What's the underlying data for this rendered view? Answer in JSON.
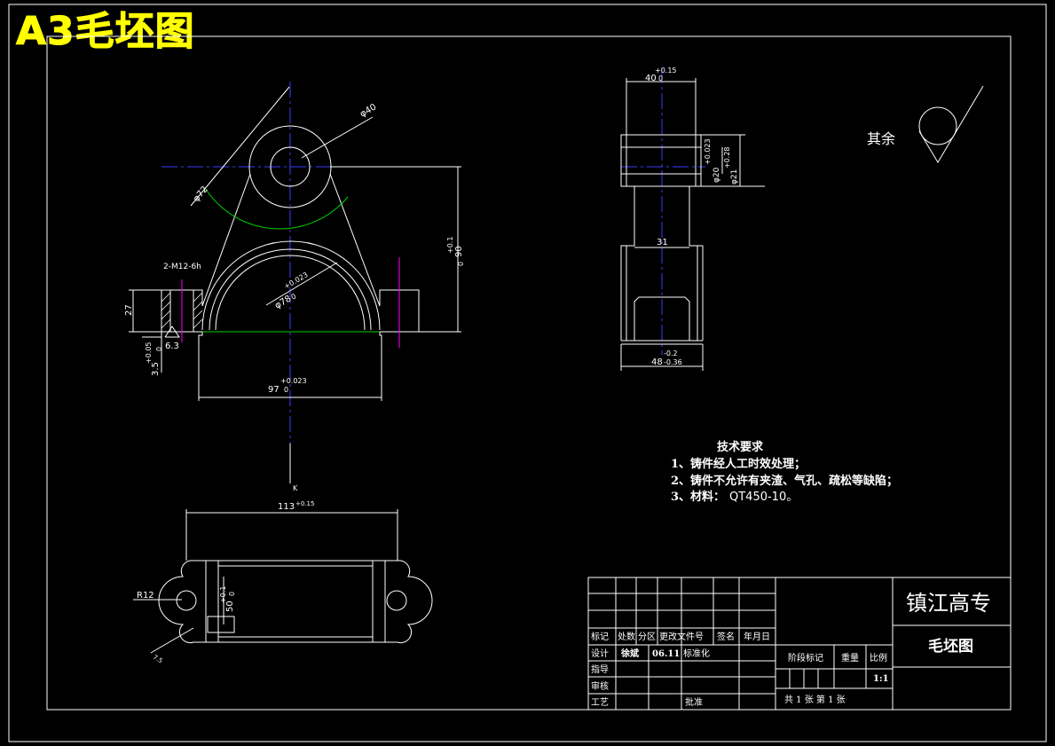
{
  "banner": "A3毛坯图",
  "roughness": {
    "label": "其余"
  },
  "tech": {
    "title": "技术要求",
    "line1": "1、铸件经人工时效处理；",
    "line2": "2、铸件不允许有夹渣、气孔、疏松等缺陷；",
    "line3_prefix": "3、材料：",
    "line3_value": "QT450-10。"
  },
  "front": {
    "d40": "φ40",
    "d72": "φ72",
    "d78": "φ78",
    "d78_tol_up": "+0.023",
    "d78_tol_lo": "0",
    "dim90": "90",
    "dim90_up": "+0.1",
    "dim90_lo": "0",
    "dim97": "97",
    "dim97_up": "+0.023",
    "dim97_lo": "0",
    "dim27": "27",
    "dim35": "3.5",
    "dim35_up": "+0.05",
    "dim35_lo": "0",
    "hole": "2-M12-6h",
    "rough": "6.3",
    "k": "K"
  },
  "side": {
    "dim40": "40",
    "dim40_up": "+0.15",
    "dim40_lo": "0",
    "dia_a": "φ20",
    "dia_a_tol": "+0.023",
    "dia_b": "φ21",
    "dia_b_tol": "+0.28",
    "dim31": "31",
    "dim48": "48",
    "dim48_up": "-0.2",
    "dim48_lo": "-0.36"
  },
  "top": {
    "r12": "R12",
    "dim113": "113",
    "dim113_tol": "+0.15",
    "dim50": "50",
    "dim50_up": "+0.1",
    "dim50_lo": "0",
    "leader": "7.5"
  },
  "title_block": {
    "school": "镇江高专",
    "drawing_name": "毛坯图",
    "headers": [
      "标记",
      "处数",
      "分区",
      "更改文件号",
      "签名",
      "年月日"
    ],
    "design_label": "设计",
    "designer": "徐斌",
    "design_date": "06.11",
    "standard_label": "标准化",
    "guide_label": "指导",
    "review_label": "审核",
    "process_label": "工艺",
    "approve_label": "批准",
    "stage_label": "阶段标记",
    "weight_label": "重量",
    "scale_label": "比例",
    "scale_value": "1:1",
    "sheets": "共 1 张  第 1 张"
  }
}
